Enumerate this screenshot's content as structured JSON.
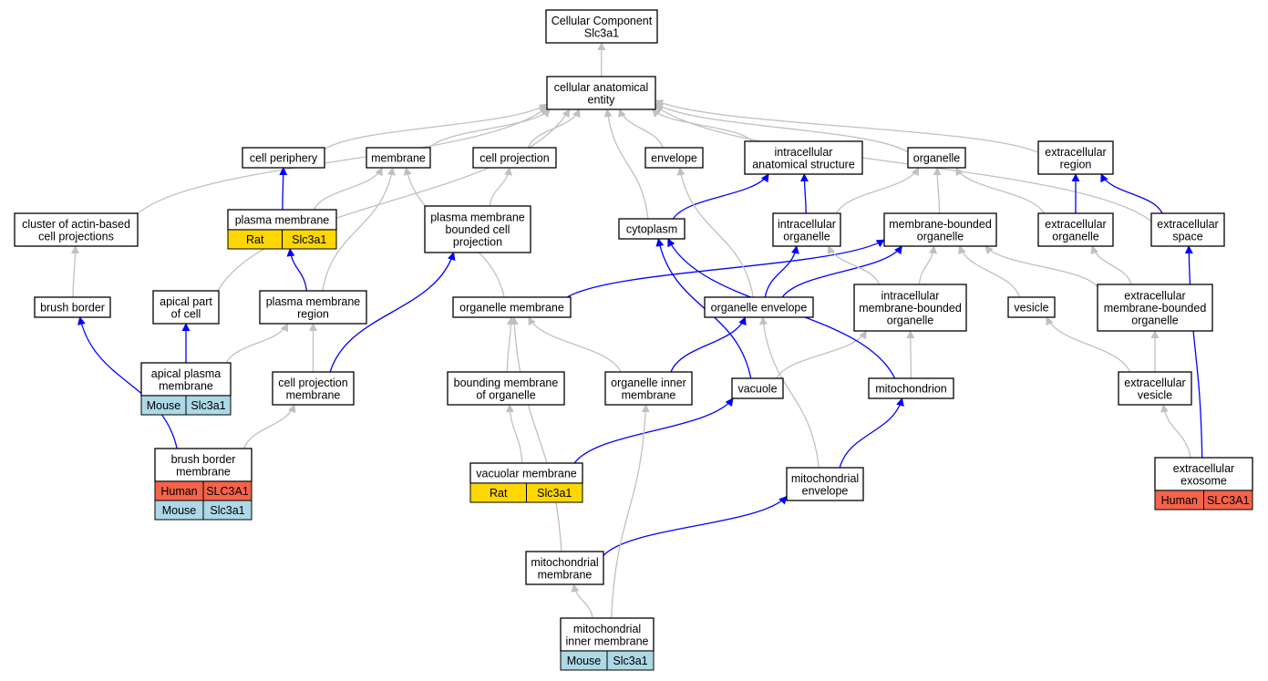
{
  "title": "Cellular Component Slc3a1",
  "colors": {
    "is_a_edge": "#c0c0c0",
    "part_of_edge": "#0000ff",
    "Human": "#f5634a",
    "Mouse": "#add8e6",
    "Rat": "#ffd700"
  },
  "nodes": {
    "root": {
      "lines": [
        "Cellular Component",
        "Slc3a1"
      ]
    },
    "cae": {
      "lines": [
        "cellular anatomical",
        "entity"
      ]
    },
    "periphery": {
      "lines": [
        "cell periphery"
      ]
    },
    "membrane": {
      "lines": [
        "membrane"
      ]
    },
    "cellproj": {
      "lines": [
        "cell projection"
      ]
    },
    "envelope": {
      "lines": [
        "envelope"
      ]
    },
    "ias": {
      "lines": [
        "intracellular",
        "anatomical structure"
      ]
    },
    "organelle": {
      "lines": [
        "organelle"
      ]
    },
    "exreg": {
      "lines": [
        "extracellular",
        "region"
      ]
    },
    "cluster": {
      "lines": [
        "cluster of actin-based",
        "cell projections"
      ]
    },
    "pm": {
      "lines": [
        "plasma membrane"
      ],
      "annotations": [
        {
          "species": "Rat",
          "gene": "Slc3a1"
        }
      ]
    },
    "pmbcp": {
      "lines": [
        "plasma membrane",
        "bounded cell",
        "projection"
      ]
    },
    "cytoplasm": {
      "lines": [
        "cytoplasm"
      ]
    },
    "icorg": {
      "lines": [
        "intracellular",
        "organelle"
      ]
    },
    "mbo": {
      "lines": [
        "membrane-bounded",
        "organelle"
      ]
    },
    "exorg": {
      "lines": [
        "extracellular",
        "organelle"
      ]
    },
    "exspace": {
      "lines": [
        "extracellular",
        "space"
      ]
    },
    "brush": {
      "lines": [
        "brush border"
      ]
    },
    "apical": {
      "lines": [
        "apical part",
        "of cell"
      ]
    },
    "pmr": {
      "lines": [
        "plasma membrane",
        "region"
      ]
    },
    "orgmem": {
      "lines": [
        "organelle membrane"
      ]
    },
    "orgenv": {
      "lines": [
        "organelle envelope"
      ]
    },
    "imbo": {
      "lines": [
        "intracellular",
        "membrane-bounded",
        "organelle"
      ]
    },
    "vesicle": {
      "lines": [
        "vesicle"
      ]
    },
    "embo": {
      "lines": [
        "extracellular",
        "membrane-bounded",
        "organelle"
      ]
    },
    "apm": {
      "lines": [
        "apical plasma",
        "membrane"
      ],
      "annotations": [
        {
          "species": "Mouse",
          "gene": "Slc3a1"
        }
      ]
    },
    "cpm": {
      "lines": [
        "cell projection",
        "membrane"
      ]
    },
    "bmo": {
      "lines": [
        "bounding membrane",
        "of organelle"
      ]
    },
    "oim": {
      "lines": [
        "organelle inner",
        "membrane"
      ]
    },
    "vacuole": {
      "lines": [
        "vacuole"
      ]
    },
    "mito": {
      "lines": [
        "mitochondrion"
      ]
    },
    "exves": {
      "lines": [
        "extracellular",
        "vesicle"
      ]
    },
    "bbm": {
      "lines": [
        "brush border",
        "membrane"
      ],
      "annotations": [
        {
          "species": "Human",
          "gene": "SLC3A1"
        },
        {
          "species": "Mouse",
          "gene": "Slc3a1"
        }
      ]
    },
    "vacmem": {
      "lines": [
        "vacuolar membrane"
      ],
      "annotations": [
        {
          "species": "Rat",
          "gene": "Slc3a1"
        }
      ]
    },
    "mitoenv": {
      "lines": [
        "mitochondrial",
        "envelope"
      ]
    },
    "exo": {
      "lines": [
        "extracellular",
        "exosome"
      ],
      "annotations": [
        {
          "species": "Human",
          "gene": "SLC3A1"
        }
      ]
    },
    "mitomem": {
      "lines": [
        "mitochondrial",
        "membrane"
      ]
    },
    "mim": {
      "lines": [
        "mitochondrial",
        "inner membrane"
      ],
      "annotations": [
        {
          "species": "Mouse",
          "gene": "Slc3a1"
        }
      ]
    }
  },
  "edges": [
    {
      "from": "cae",
      "to": "root",
      "type": "is_a"
    },
    {
      "from": "cluster",
      "to": "cae",
      "type": "is_a"
    },
    {
      "from": "apical",
      "to": "cae",
      "type": "is_a"
    },
    {
      "from": "periphery",
      "to": "cae",
      "type": "is_a"
    },
    {
      "from": "membrane",
      "to": "cae",
      "type": "is_a"
    },
    {
      "from": "cellproj",
      "to": "cae",
      "type": "is_a"
    },
    {
      "from": "cytoplasm",
      "to": "cae",
      "type": "is_a"
    },
    {
      "from": "envelope",
      "to": "cae",
      "type": "is_a"
    },
    {
      "from": "ias",
      "to": "cae",
      "type": "is_a"
    },
    {
      "from": "organelle",
      "to": "cae",
      "type": "is_a"
    },
    {
      "from": "exreg",
      "to": "cae",
      "type": "is_a"
    },
    {
      "from": "exspace",
      "to": "cae",
      "type": "is_a"
    },
    {
      "from": "pm",
      "to": "periphery",
      "type": "part_of"
    },
    {
      "from": "pm",
      "to": "membrane",
      "type": "is_a"
    },
    {
      "from": "pmr",
      "to": "membrane",
      "type": "is_a"
    },
    {
      "from": "pmr",
      "to": "pm",
      "type": "part_of"
    },
    {
      "from": "pmbcp",
      "to": "cellproj",
      "type": "is_a"
    },
    {
      "from": "orgmem",
      "to": "membrane",
      "type": "is_a"
    },
    {
      "from": "cytoplasm",
      "to": "ias",
      "type": "part_of"
    },
    {
      "from": "icorg",
      "to": "ias",
      "type": "part_of"
    },
    {
      "from": "icorg",
      "to": "organelle",
      "type": "is_a"
    },
    {
      "from": "mbo",
      "to": "organelle",
      "type": "is_a"
    },
    {
      "from": "exorg",
      "to": "organelle",
      "type": "is_a"
    },
    {
      "from": "exorg",
      "to": "exreg",
      "type": "part_of"
    },
    {
      "from": "exspace",
      "to": "exreg",
      "type": "part_of"
    },
    {
      "from": "brush",
      "to": "cluster",
      "type": "is_a"
    },
    {
      "from": "apm",
      "to": "apical",
      "type": "part_of"
    },
    {
      "from": "apm",
      "to": "pmr",
      "type": "is_a"
    },
    {
      "from": "cpm",
      "to": "pmr",
      "type": "is_a"
    },
    {
      "from": "cpm",
      "to": "pmbcp",
      "type": "part_of"
    },
    {
      "from": "orgmem",
      "to": "mbo",
      "type": "part_of"
    },
    {
      "from": "orgenv",
      "to": "envelope",
      "type": "is_a"
    },
    {
      "from": "orgenv",
      "to": "icorg",
      "type": "part_of"
    },
    {
      "from": "orgenv",
      "to": "mbo",
      "type": "part_of"
    },
    {
      "from": "imbo",
      "to": "icorg",
      "type": "is_a"
    },
    {
      "from": "imbo",
      "to": "mbo",
      "type": "is_a"
    },
    {
      "from": "vesicle",
      "to": "mbo",
      "type": "is_a"
    },
    {
      "from": "embo",
      "to": "exorg",
      "type": "is_a"
    },
    {
      "from": "embo",
      "to": "mbo",
      "type": "is_a"
    },
    {
      "from": "bmo",
      "to": "orgmem",
      "type": "is_a"
    },
    {
      "from": "oim",
      "to": "orgmem",
      "type": "is_a"
    },
    {
      "from": "oim",
      "to": "orgenv",
      "type": "part_of"
    },
    {
      "from": "vacuole",
      "to": "imbo",
      "type": "is_a"
    },
    {
      "from": "vacuole",
      "to": "cytoplasm",
      "type": "part_of"
    },
    {
      "from": "mito",
      "to": "imbo",
      "type": "is_a"
    },
    {
      "from": "mito",
      "to": "cytoplasm",
      "type": "part_of"
    },
    {
      "from": "exves",
      "to": "vesicle",
      "type": "is_a"
    },
    {
      "from": "exves",
      "to": "embo",
      "type": "is_a"
    },
    {
      "from": "bbm",
      "to": "brush",
      "type": "part_of"
    },
    {
      "from": "bbm",
      "to": "cpm",
      "type": "is_a"
    },
    {
      "from": "vacmem",
      "to": "bmo",
      "type": "is_a"
    },
    {
      "from": "vacmem",
      "to": "vacuole",
      "type": "part_of"
    },
    {
      "from": "mitoenv",
      "to": "orgenv",
      "type": "is_a"
    },
    {
      "from": "mitoenv",
      "to": "mito",
      "type": "part_of"
    },
    {
      "from": "exo",
      "to": "exves",
      "type": "is_a"
    },
    {
      "from": "exo",
      "to": "exspace",
      "type": "part_of"
    },
    {
      "from": "mitomem",
      "to": "orgmem",
      "type": "is_a"
    },
    {
      "from": "mitomem",
      "to": "mitoenv",
      "type": "part_of"
    },
    {
      "from": "mim",
      "to": "mitomem",
      "type": "is_a"
    },
    {
      "from": "mim",
      "to": "oim",
      "type": "is_a"
    }
  ]
}
